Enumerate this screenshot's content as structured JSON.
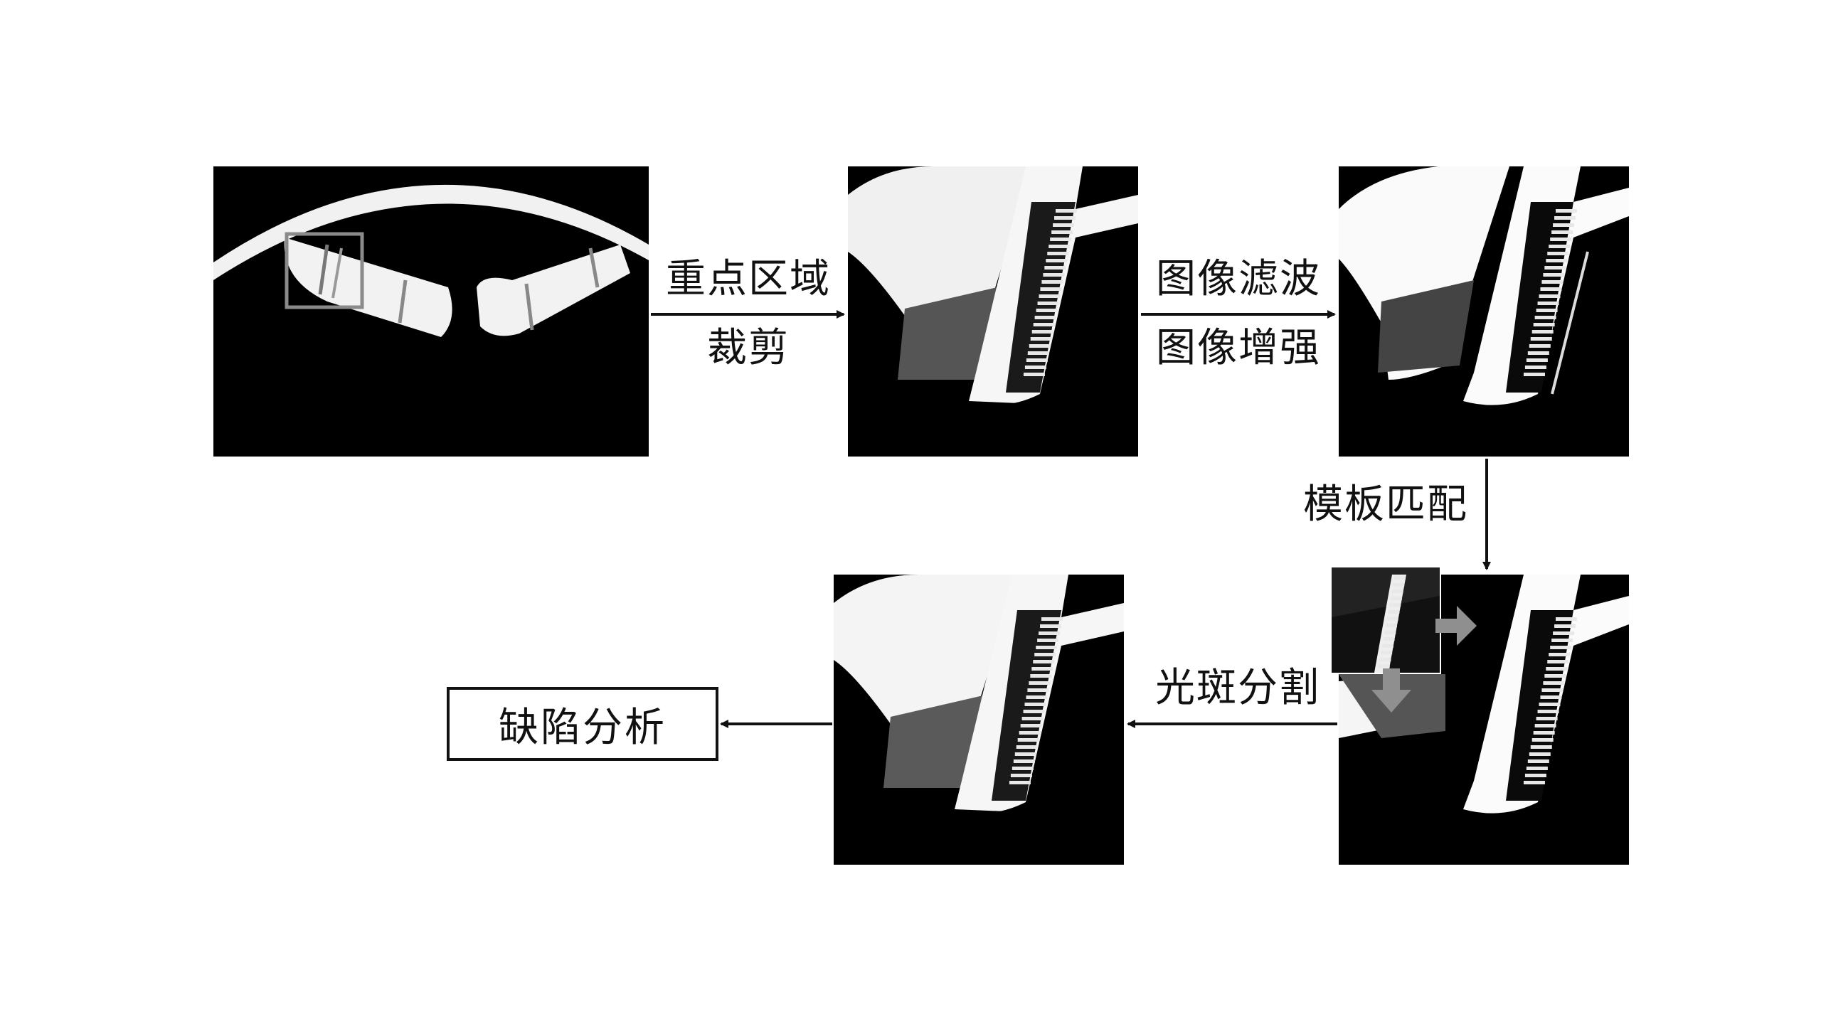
{
  "steps": {
    "crop_line1": "重点区域",
    "crop_line2": "裁剪",
    "filter_line1": "图像滤波",
    "filter_line2": "图像增强",
    "match": "模板匹配",
    "segment": "光斑分割",
    "analysis": "缺陷分析"
  },
  "colors": {
    "frame": "#000000",
    "ink": "#111111",
    "highlight_box": "#8a8a8a",
    "shift_arrow": "#8f8f8f"
  }
}
